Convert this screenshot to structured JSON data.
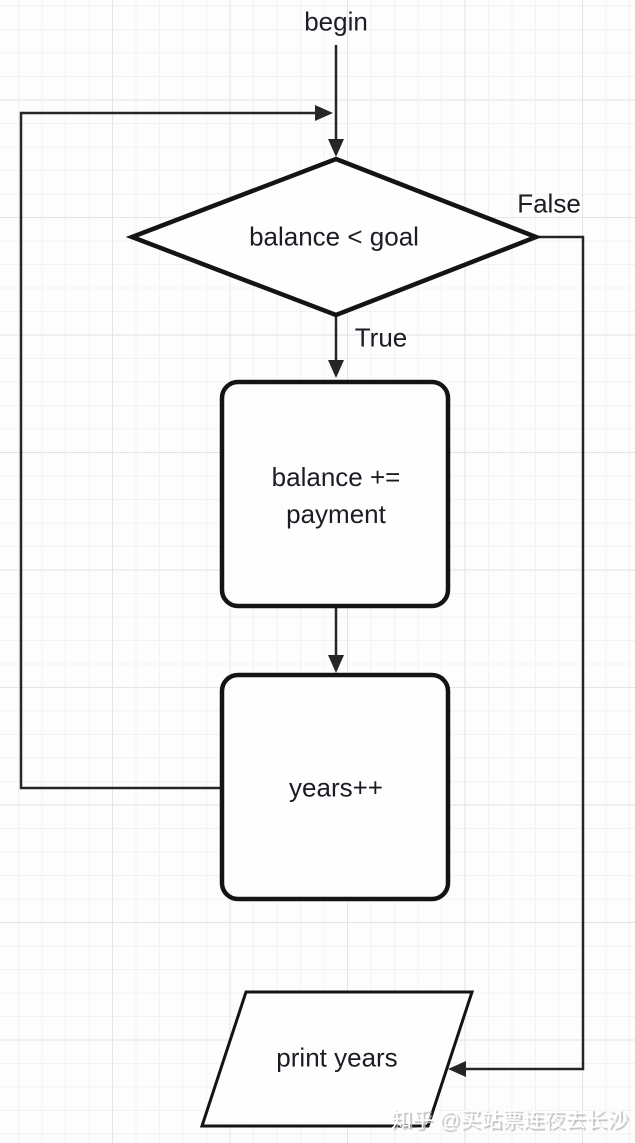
{
  "flowchart": {
    "start_label": "begin",
    "decision": {
      "label": "balance < goal",
      "true_label": "True",
      "false_label": "False"
    },
    "process_payment": {
      "line1": "balance +=",
      "line2": "payment"
    },
    "process_years": {
      "label": "years++"
    },
    "output": {
      "label": "print years"
    }
  },
  "watermark": {
    "text": "知乎 @买站票连夜去长沙"
  },
  "colors": {
    "stroke": "#141414",
    "connector": "#262626",
    "text": "#1c1c24",
    "shape_fill": "#fefefe",
    "background": "#fdfdfd",
    "grid_minor": "#f2f2f2",
    "grid_major": "#e4e4e4",
    "watermark_text": "#ffffff",
    "watermark_shadow": "#bdbdbd"
  }
}
